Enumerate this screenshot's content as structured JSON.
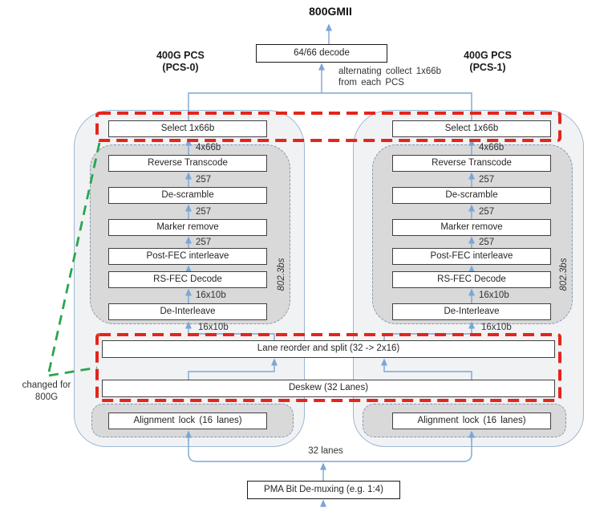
{
  "header": {
    "title": "800GMII",
    "decode_box": "64/66 decode",
    "note_line1": "alternating collect 1x66b",
    "note_line2": "from each PCS",
    "pcs0_line1": "400G PCS",
    "pcs0_line2": "(PCS-0)",
    "pcs1_line1": "400G PCS",
    "pcs1_line2": "(PCS-1)"
  },
  "stack": {
    "select_box": "Select 1x66b",
    "boxes": [
      "Reverse Transcode",
      "De-scramble",
      "Marker remove",
      "Post-FEC interleave",
      "RS-FEC Decode",
      "De-Interleave"
    ],
    "flow_labels": [
      "4x66b",
      "257",
      "257",
      "257",
      "16x10b",
      "16x10b"
    ],
    "standard_label": "802.3bs",
    "alignment_box": "Alignment lock (16 lanes)"
  },
  "shared": {
    "lane_reorder_box": "Lane reorder and split (32 -> 2x16)",
    "deskew_box": "Deskew (32 Lanes)",
    "lanes_label": "32 lanes",
    "pma_box": "PMA Bit De-muxing (e.g. 1:4)"
  },
  "callout": {
    "line1": "changed for",
    "line2": "800G"
  },
  "colors": {
    "highlight_red": "#e4251c",
    "callout_green": "#29a64e",
    "connector_blue": "#7ba6d4",
    "outer_fill": "#f1f2f4",
    "inner_fill": "#d9d9da"
  }
}
